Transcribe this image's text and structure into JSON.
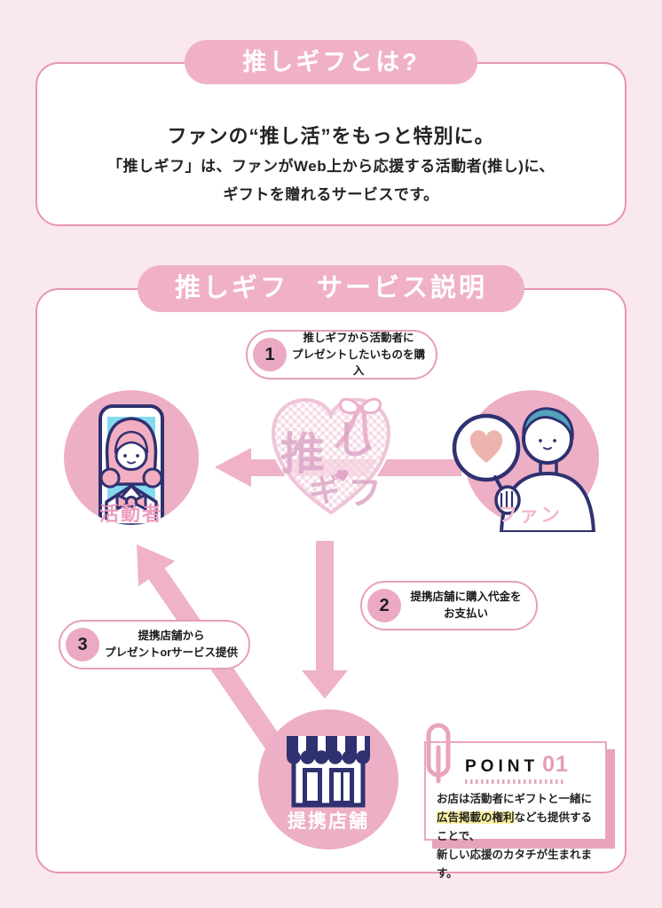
{
  "page": {
    "background": "#f9e9ee"
  },
  "colors": {
    "pink_header": "#f0b1c7",
    "pink_circle": "#edafc5",
    "pink_arrow": "#efb2c8",
    "card_border": "#e795b2",
    "navy_outline": "#2f3170",
    "teal_hair": "#55a3bd",
    "highlight_yellow": "#fcf2a0",
    "point_pink": "#e79bb8",
    "text_dark": "#1d1d1d"
  },
  "section1": {
    "header": "推しギフとは?",
    "title": "ファンの“推し活”をもっと特別に。",
    "body_line1": "「推しギフ」は、ファンがWeb上から応援する活動者(推し)に、",
    "body_line2": "ギフトを贈れるサービスです。"
  },
  "section2": {
    "header": "推しギフ　サービス説明",
    "steps": [
      {
        "num": "1",
        "line1": "推しギフから活動者に",
        "line2": "プレゼントしたいものを購入"
      },
      {
        "num": "2",
        "line1": "提携店舗に購入代金を",
        "line2": "お支払い"
      },
      {
        "num": "3",
        "line1": "提携店舗から",
        "line2": "プレゼントorサービス提供"
      }
    ],
    "creator_label": "活動者",
    "fan_label": "ファン",
    "store_label": "提携店舗",
    "logo": {
      "char1": "推",
      "char2": "し",
      "char3": "ギ",
      "char4": "フ"
    },
    "point": {
      "label": "POINT",
      "number": "01",
      "line1": "お店は活動者にギフトと一緒に",
      "line2_highlight": "広告掲載の権利",
      "line2_rest": "なども提供することで、",
      "line3": "新しい応援のカタチが生まれます。"
    }
  }
}
